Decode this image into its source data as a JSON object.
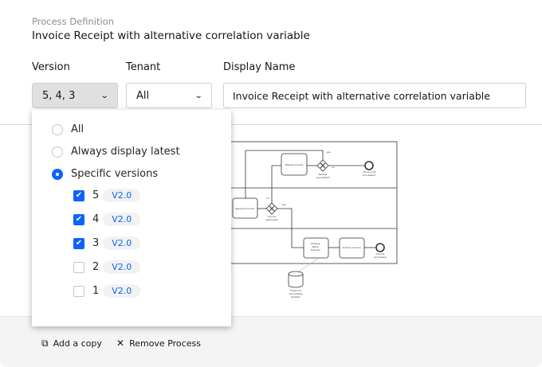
{
  "header": {
    "subtitle": "Process Definition",
    "title": "Invoice Receipt with alternative correlation variable"
  },
  "fields": {
    "version": {
      "label": "Version",
      "value": "5, 4, 3"
    },
    "tenant": {
      "label": "Tenant",
      "value": "All"
    },
    "display_name": {
      "label": "Display Name",
      "value": "Invoice Receipt with alternative correlation variable"
    }
  },
  "version_dropdown": {
    "options": [
      {
        "label": "All",
        "selected": false
      },
      {
        "label": "Always display latest",
        "selected": false
      },
      {
        "label": "Specific versions",
        "selected": true
      }
    ],
    "versions": [
      {
        "number": "5",
        "tag": "V2.0",
        "checked": true
      },
      {
        "number": "4",
        "tag": "V2.0",
        "checked": true
      },
      {
        "number": "3",
        "tag": "V2.0",
        "checked": true
      },
      {
        "number": "2",
        "tag": "V2.0",
        "checked": false
      },
      {
        "number": "1",
        "tag": "V2.0",
        "checked": false
      }
    ]
  },
  "diagram": {
    "review_invoice": "Review Invoice",
    "review_gateway": [
      "Review",
      "successful?"
    ],
    "yes": "yes",
    "no": "no",
    "not_processed": [
      "Invoice not",
      "processed"
    ],
    "approve_invoice": "Approve Invoice",
    "approve_gateway": [
      "Invoice",
      "approved?"
    ],
    "prepare": [
      "Prepare",
      "Bank",
      "Transfer"
    ],
    "archive": "Archive Invoice",
    "processed": [
      "Invoice",
      "processed"
    ],
    "datastore": [
      "Financial",
      "Accounting",
      "System"
    ]
  },
  "footer": {
    "add_copy": "Add a copy",
    "remove": "Remove Process"
  },
  "colors": {
    "accent": "#0f62fe"
  }
}
